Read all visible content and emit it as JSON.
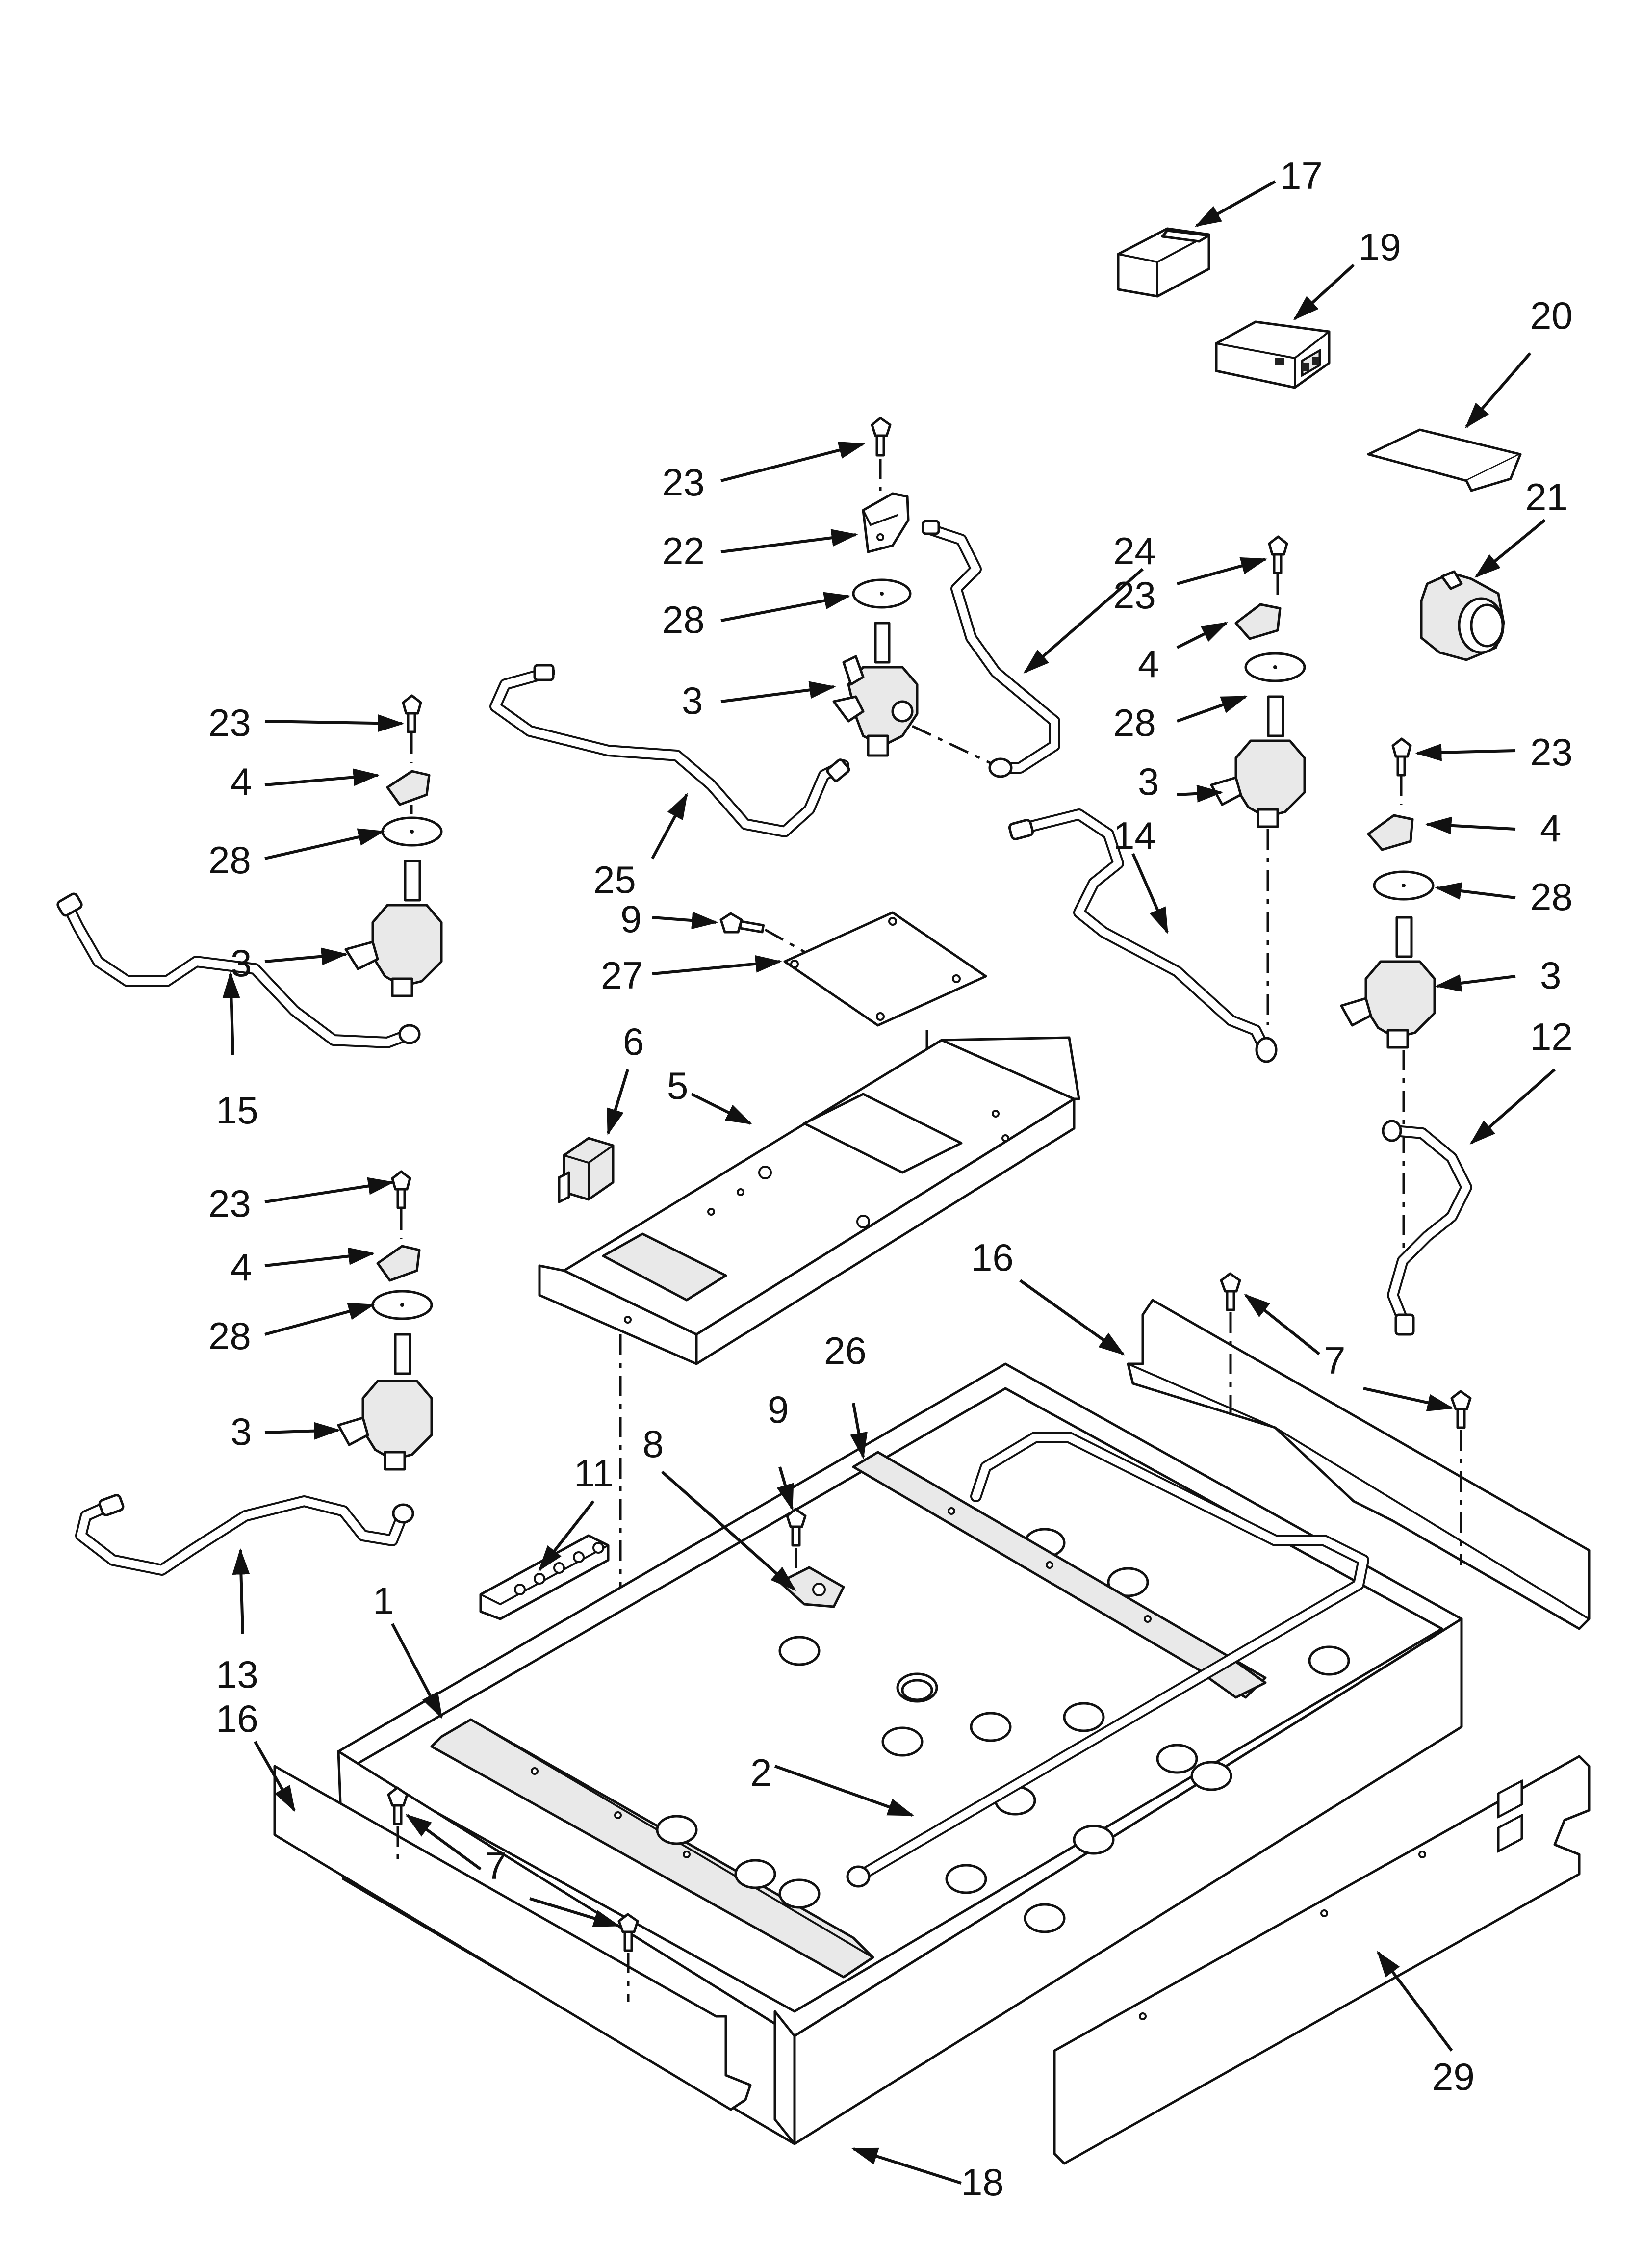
{
  "diagram": {
    "callouts": [
      {
        "id": "c1",
        "text": "1"
      },
      {
        "id": "c2",
        "text": "2"
      },
      {
        "id": "c3a",
        "text": "3"
      },
      {
        "id": "c3b",
        "text": "3"
      },
      {
        "id": "c3c",
        "text": "3"
      },
      {
        "id": "c3d",
        "text": "3"
      },
      {
        "id": "c3e",
        "text": "3"
      },
      {
        "id": "c4a",
        "text": "4"
      },
      {
        "id": "c4b",
        "text": "4"
      },
      {
        "id": "c4c",
        "text": "4"
      },
      {
        "id": "c4d",
        "text": "4"
      },
      {
        "id": "c5",
        "text": "5"
      },
      {
        "id": "c6",
        "text": "6"
      },
      {
        "id": "c7a",
        "text": "7"
      },
      {
        "id": "c7b",
        "text": "7"
      },
      {
        "id": "c8",
        "text": "8"
      },
      {
        "id": "c9a",
        "text": "9"
      },
      {
        "id": "c9b",
        "text": "9"
      },
      {
        "id": "c11",
        "text": "11"
      },
      {
        "id": "c12",
        "text": "12"
      },
      {
        "id": "c13",
        "text": "13"
      },
      {
        "id": "c14",
        "text": "14"
      },
      {
        "id": "c15",
        "text": "15"
      },
      {
        "id": "c16a",
        "text": "16"
      },
      {
        "id": "c16b",
        "text": "16"
      },
      {
        "id": "c17",
        "text": "17"
      },
      {
        "id": "c18",
        "text": "18"
      },
      {
        "id": "c19",
        "text": "19"
      },
      {
        "id": "c20",
        "text": "20"
      },
      {
        "id": "c21",
        "text": "21"
      },
      {
        "id": "c22",
        "text": "22"
      },
      {
        "id": "c23a",
        "text": "23"
      },
      {
        "id": "c23b",
        "text": "23"
      },
      {
        "id": "c23c",
        "text": "23"
      },
      {
        "id": "c23d",
        "text": "23"
      },
      {
        "id": "c23e",
        "text": "23"
      },
      {
        "id": "c24",
        "text": "24"
      },
      {
        "id": "c25",
        "text": "25"
      },
      {
        "id": "c26",
        "text": "26"
      },
      {
        "id": "c27",
        "text": "27"
      },
      {
        "id": "c28a",
        "text": "28"
      },
      {
        "id": "c28b",
        "text": "28"
      },
      {
        "id": "c28c",
        "text": "28"
      },
      {
        "id": "c28d",
        "text": "28"
      },
      {
        "id": "c28e",
        "text": "28"
      },
      {
        "id": "c29",
        "text": "29"
      }
    ]
  }
}
